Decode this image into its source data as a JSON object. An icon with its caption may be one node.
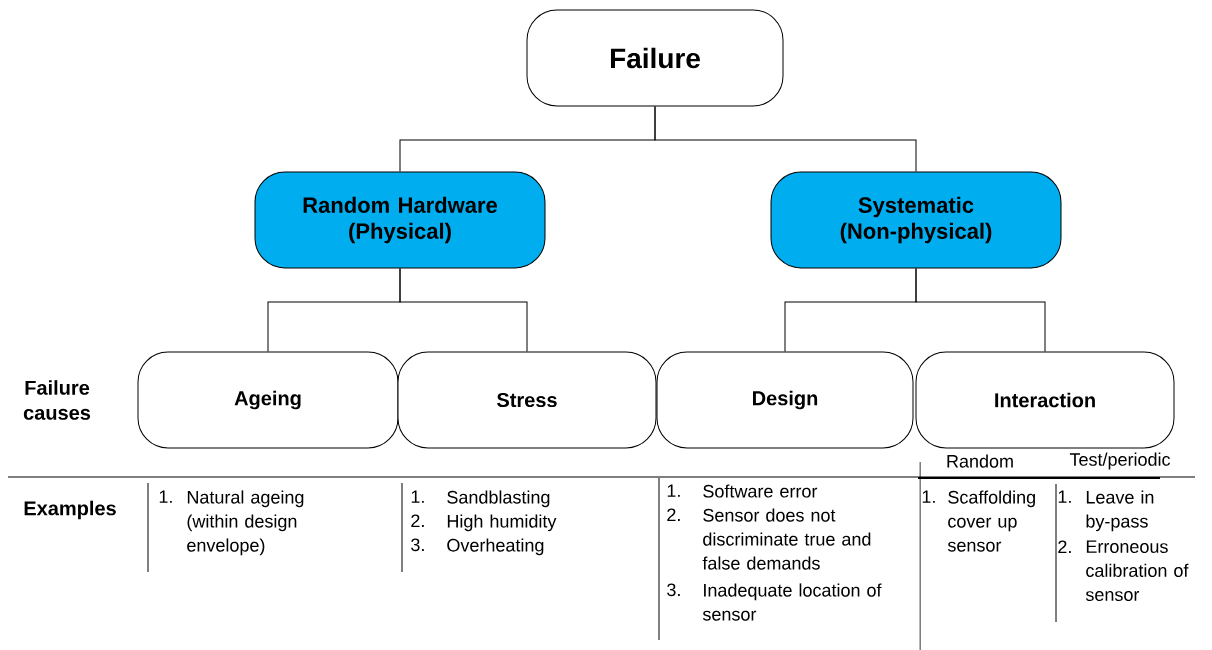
{
  "diagram": {
    "nodes": [
      {
        "text": [
          "Failure"
        ]
      },
      {
        "text": [
          "Random Hardware (Physical)"
        ]
      },
      {
        "text": [
          "Systematic (Non-physical)"
        ]
      },
      {
        "text": [
          "Ageing"
        ]
      },
      {
        "text": [
          "Stress"
        ]
      },
      {
        "text": [
          "Design"
        ]
      },
      {
        "text": [
          "Interaction"
        ]
      }
    ],
    "edges": [
      {
        "from": 0,
        "to": 1,
        "arrow": "none"
      },
      {
        "from": 0,
        "to": 2,
        "arrow": "none"
      },
      {
        "from": 1,
        "to": 3,
        "arrow": "none"
      },
      {
        "from": 1,
        "to": 4,
        "arrow": "none"
      },
      {
        "from": 2,
        "to": 5,
        "arrow": "none"
      },
      {
        "from": 2,
        "to": 6,
        "arrow": "none"
      }
    ],
    "labels": [
      "Failure causes",
      "Random",
      "Test/periodic",
      "Examples",
      "1.",
      "Natural ageing (within design envelope)",
      "1.",
      "Sandblasting",
      "2.",
      "High humidity",
      "3.",
      "Overheating",
      "1.",
      "Software error",
      "2.",
      "Sensor does not discriminate true and false demands",
      "3.",
      "Inadequate location of sensor",
      "1.",
      "Scaffolding cover up sensor",
      "1.",
      "Leave in by-pass",
      "2.",
      "Erroneous calibration of sensor"
    ]
  }
}
